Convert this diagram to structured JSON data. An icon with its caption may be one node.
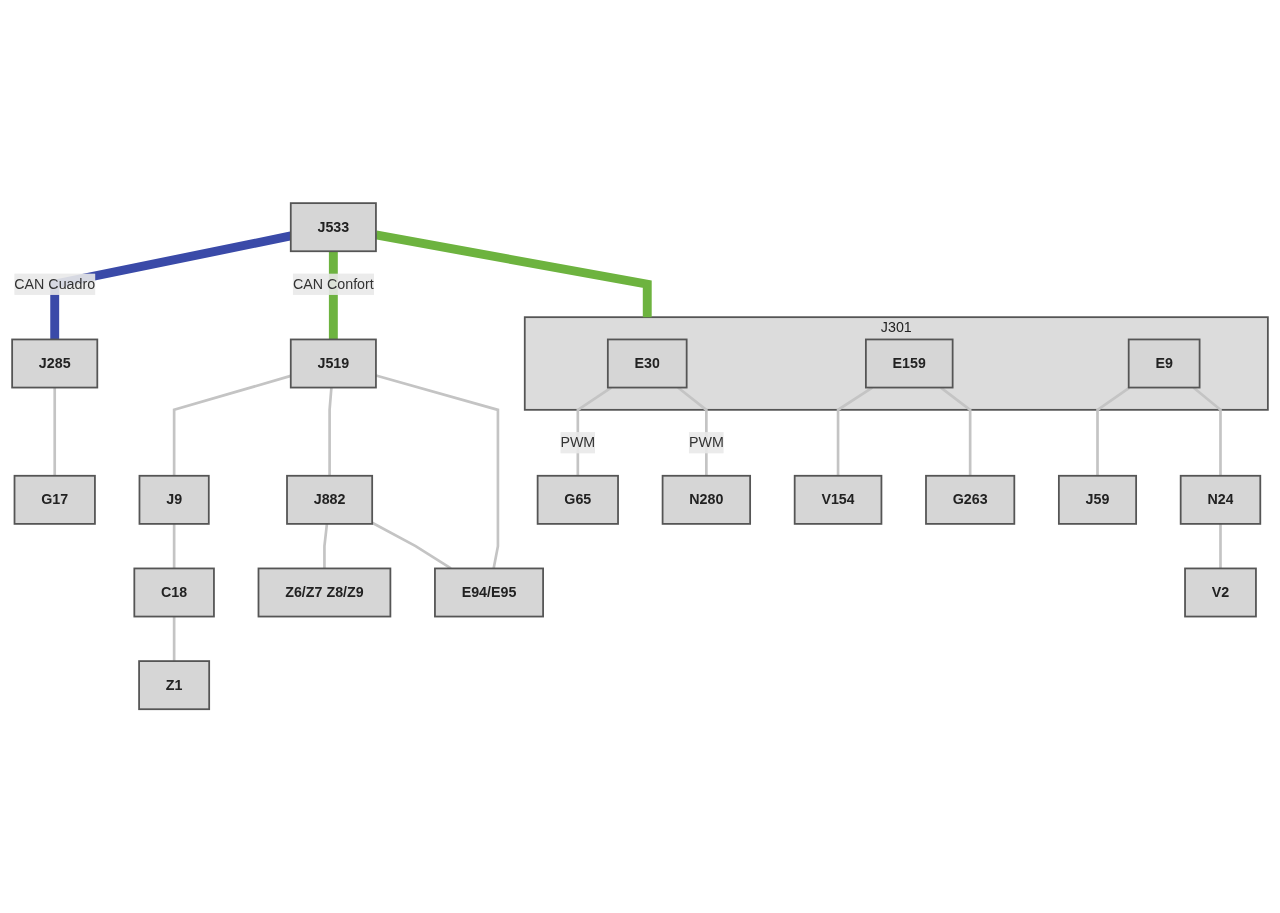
{
  "diagram": {
    "nodes": [
      {
        "text": [
          "J285"
        ]
      },
      {
        "text": [
          "G17"
        ]
      },
      {
        "text": [
          "J533"
        ]
      },
      {
        "text": [
          "J519"
        ]
      },
      {
        "text": [
          "J301"
        ]
      },
      {
        "text": [
          "E30"
        ],
        "in": 4
      },
      {
        "text": [
          "E159"
        ],
        "in": 4
      },
      {
        "text": [
          "E9"
        ],
        "in": 4
      },
      {
        "text": [
          "J9"
        ]
      },
      {
        "text": [
          "C18"
        ]
      },
      {
        "text": [
          "Z1"
        ]
      },
      {
        "text": [
          "J882"
        ]
      },
      {
        "text": [
          "Z6/Z7 Z8/Z9"
        ]
      },
      {
        "text": [
          "E94/E95"
        ]
      },
      {
        "text": [
          "G65"
        ]
      },
      {
        "text": [
          "N280"
        ]
      },
      {
        "text": [
          "V154"
        ]
      },
      {
        "text": [
          "G263"
        ]
      },
      {
        "text": [
          "J59"
        ]
      },
      {
        "text": [
          "N24"
        ]
      },
      {
        "text": [
          "V2"
        ]
      }
    ],
    "edges": [
      {
        "from": 0,
        "to": 1,
        "arrow": "none"
      },
      {
        "from": 2,
        "to": 0,
        "arrow": "none",
        "label": "CAN Cuadro",
        "style": "thick",
        "color": "#3a4aa8"
      },
      {
        "from": 2,
        "to": 3,
        "arrow": "none",
        "label": "CAN Confort",
        "style": "thick",
        "color": "#6db33f"
      },
      {
        "from": 2,
        "to": 4,
        "arrow": "none",
        "style": "thick",
        "color": "#6db33f"
      },
      {
        "from": 3,
        "to": 8,
        "arrow": "none"
      },
      {
        "from": 8,
        "to": 9,
        "arrow": "none"
      },
      {
        "from": 9,
        "to": 10,
        "arrow": "none"
      },
      {
        "from": 3,
        "to": 11,
        "arrow": "none"
      },
      {
        "from": 3,
        "to": 13,
        "arrow": "none"
      },
      {
        "from": 11,
        "to": 12,
        "arrow": "none"
      },
      {
        "from": 11,
        "to": 13,
        "arrow": "none"
      },
      {
        "from": 5,
        "to": 14,
        "arrow": "none",
        "label": "PWM"
      },
      {
        "from": 5,
        "to": 15,
        "arrow": "none",
        "label": "PWM"
      },
      {
        "from": 6,
        "to": 16,
        "arrow": "none"
      },
      {
        "from": 6,
        "to": 17,
        "arrow": "none"
      },
      {
        "from": 7,
        "to": 18,
        "arrow": "none"
      },
      {
        "from": 7,
        "to": 19,
        "arrow": "none"
      },
      {
        "from": 19,
        "to": 20,
        "arrow": "none"
      }
    ]
  }
}
